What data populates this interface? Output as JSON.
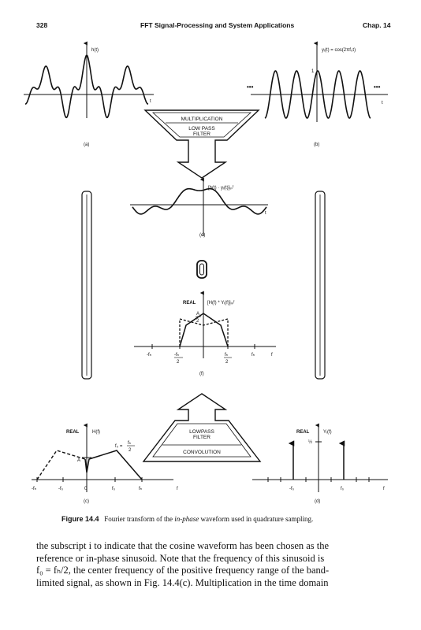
{
  "header": {
    "page_number": "328",
    "running_title": "FFT Signal-Processing and System Applications",
    "chapter": "Chap. 14"
  },
  "figure": {
    "panel_a": {
      "ylabel": "h(t)",
      "xlabel": "t",
      "tag": "(a)"
    },
    "panel_b": {
      "ylabel": "yᵢ(t) = cos(2πf₀t)",
      "xlabel": "t",
      "tag": "(b)",
      "peak": "1",
      "ellipsis": "•••"
    },
    "funnel_top": {
      "line1": "MULTIPLICATION",
      "line2": "LOW PASS",
      "line3": "FILTER"
    },
    "panel_e": {
      "ylabel": "[h(t) · yᵢ(t)]ₗₚᶠ",
      "xlabel": "t",
      "tag": "(e)"
    },
    "conv_symbol": "0",
    "panel_f": {
      "real_label": "REAL",
      "ylabel": "[H(f) * Yᵢ(f)]ₗₚᶠ",
      "a_label": "A",
      "a_den": "2",
      "ticks": [
        "-fₕ",
        "-fₕ",
        "2",
        "fₕ",
        "2",
        "fₕ"
      ],
      "xlabel": "f",
      "tag": "(f)"
    },
    "funnel_bottom": {
      "line1": "LOWPASS",
      "line2": "FILTER",
      "line3": "CONVOLUTION"
    },
    "panel_c": {
      "real_label": "REAL",
      "ylabel": "H(f)",
      "a_label": "A",
      "f0_eq": "f₀ =",
      "f0_num": "fₕ",
      "f0_den": "2",
      "ticks": [
        "-fₕ",
        "-f₀",
        "0",
        "f₀",
        "fₕ"
      ],
      "xlabel": "f",
      "tag": "(c)"
    },
    "panel_d": {
      "real_label": "REAL",
      "ylabel": "Yᵢ(f)",
      "half": "½",
      "ticks": [
        "-f₀",
        "f₀"
      ],
      "xlabel": "f",
      "tag": "(d)"
    }
  },
  "caption": {
    "label": "Figure 14.4",
    "text_pre": "Fourier transform of the ",
    "text_em": "in-phase",
    "text_post": " waveform used in quadrature sampling."
  },
  "body": {
    "l1": "the subscript i to indicate that the cosine waveform has been chosen as the",
    "l2": "reference or in-phase sinusoid. Note that the frequency of this sinusoid is",
    "l3": "f₀ = fₕ/2, the center frequency of the positive frequency range of the band-",
    "l4": "limited signal, as shown in Fig. 14.4(c). Multiplication in the time domain"
  }
}
